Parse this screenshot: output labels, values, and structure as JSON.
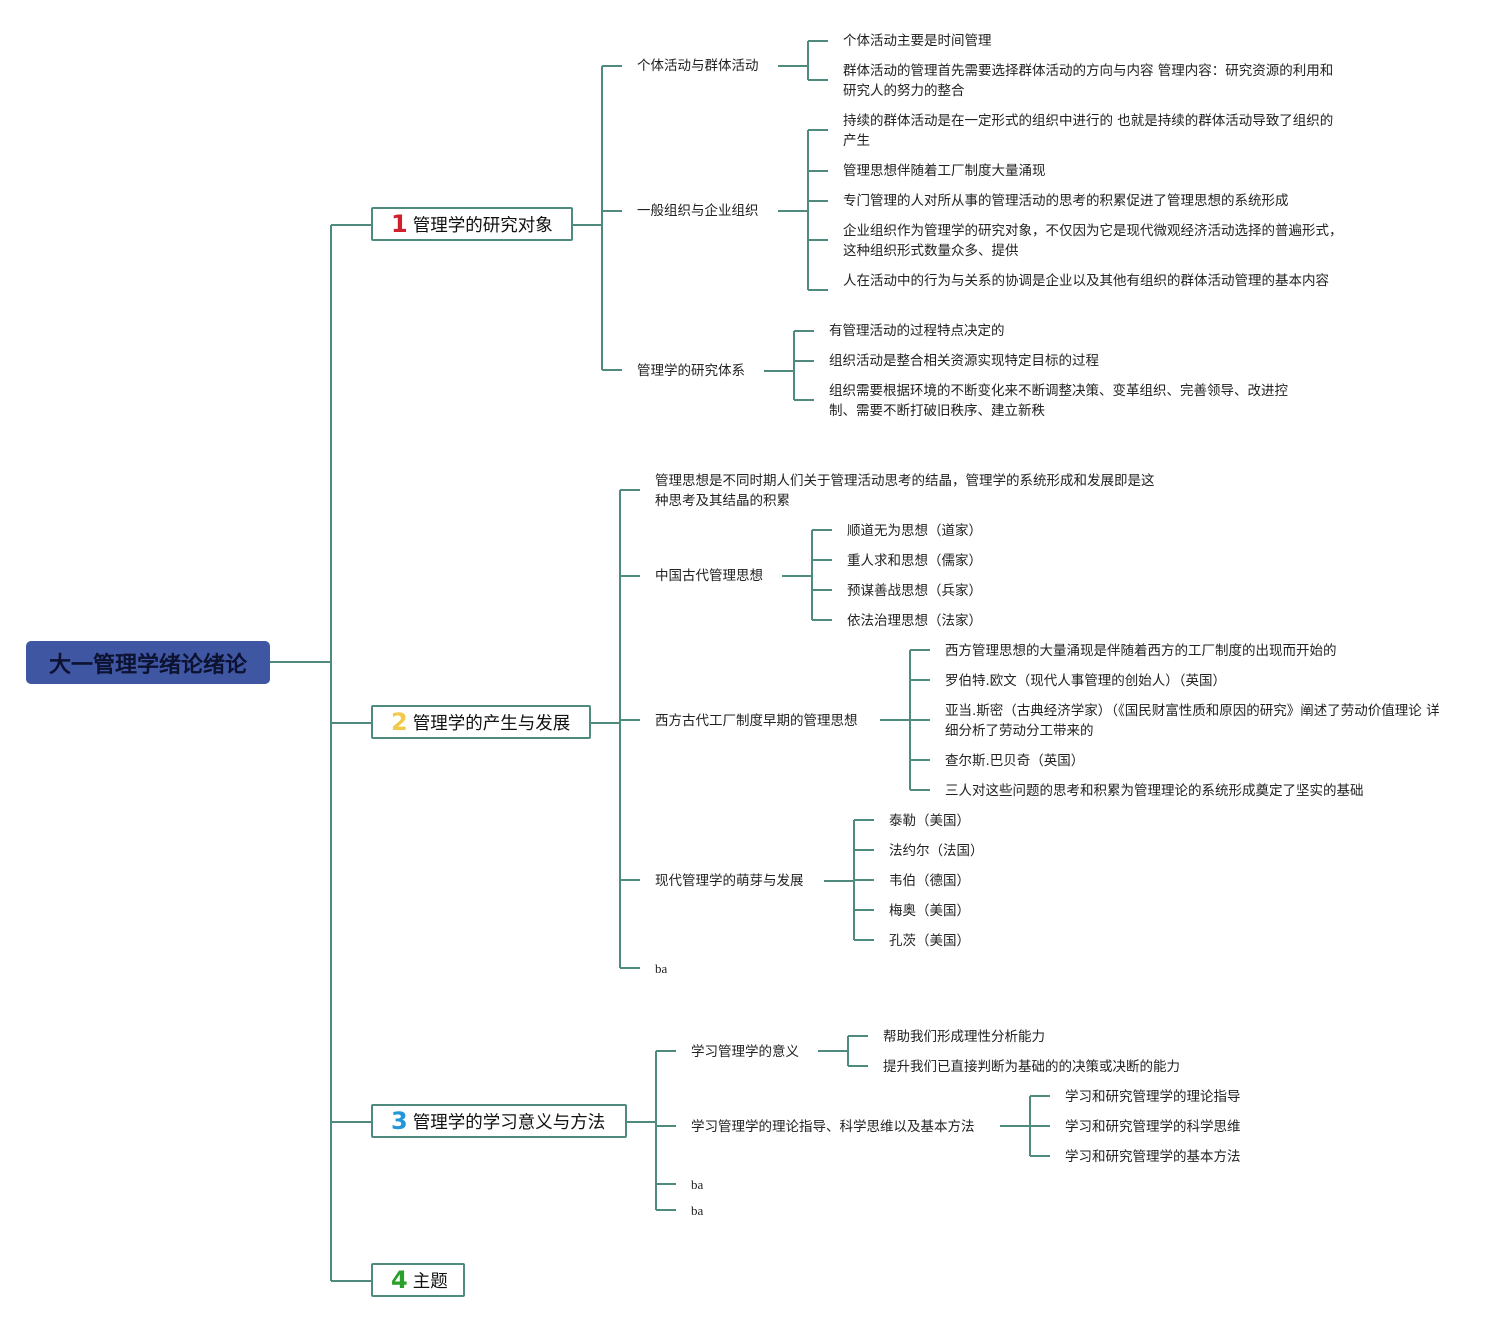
{
  "root": "大一管理学绪论绪论",
  "colors": {
    "line": "#4e8a7e",
    "root_bg": "#3f56a3"
  },
  "branches": [
    {
      "num": "1",
      "num_color": "#d0202e",
      "label": "管理学的研究对象",
      "children": [
        {
          "text": "个体活动与群体活动",
          "children": [
            "个体活动主要是时间管理",
            "群体活动的管理首先需要选择群体活动的方向与内容 管理内容：研究资源的利用和研究人的努力的整合"
          ]
        },
        {
          "text": "一般组织与企业组织",
          "children": [
            "持续的群体活动是在一定形式的组织中进行的 也就是持续的群体活动导致了组织的产生",
            "管理思想伴随着工厂制度大量涌现",
            "专门管理的人对所从事的管理活动的思考的积累促进了管理思想的系统形成",
            "企业组织作为管理学的研究对象，不仅因为它是现代微观经济活动选择的普遍形式，这种组织形式数量众多、提供",
            "人在活动中的行为与关系的协调是企业以及其他有组织的群体活动管理的基本内容"
          ]
        },
        {
          "text": "管理学的研究体系",
          "children": [
            "有管理活动的过程特点决定的",
            "组织活动是整合相关资源实现特定目标的过程",
            "组织需要根据环境的不断变化来不断调整决策、变革组织、完善领导、改进控制、需要不断打破旧秩序、建立新秩"
          ]
        }
      ]
    },
    {
      "num": "2",
      "num_color": "#f2c94a",
      "label": "管理学的产生与发展",
      "children": [
        {
          "text": "管理思想是不同时期人们关于管理活动思考的结晶，管理学的系统形成和发展即是这种思考及其结晶的积累",
          "children": []
        },
        {
          "text": "中国古代管理思想",
          "children": [
            "顺道无为思想（道家）",
            "重人求和思想（儒家）",
            "预谋善战思想（兵家）",
            "依法治理思想（法家）"
          ]
        },
        {
          "text": "西方古代工厂制度早期的管理思想",
          "children": [
            "西方管理思想的大量涌现是伴随着西方的工厂制度的出现而开始的",
            "罗伯特.欧文（现代人事管理的创始人）（英国）",
            "亚当.斯密（古典经济学家）（《国民财富性质和原因的研究》阐述了劳动价值理论 详细分析了劳动分工带来的",
            "查尔斯.巴贝奇（英国）",
            "三人对这些问题的思考和积累为管理理论的系统形成奠定了坚实的基础"
          ]
        },
        {
          "text": "现代管理学的萌芽与发展",
          "children": [
            "泰勒（美国）",
            "法约尔（法国）",
            "韦伯（德国）",
            "梅奥（美国）",
            "孔茨（美国）"
          ]
        },
        {
          "text": "ba",
          "children": []
        }
      ]
    },
    {
      "num": "3",
      "num_color": "#2196d8",
      "label": "管理学的学习意义与方法",
      "children": [
        {
          "text": "学习管理学的意义",
          "children": [
            "帮助我们形成理性分析能力",
            "提升我们已直接判断为基础的的决策或决断的能力"
          ]
        },
        {
          "text": "学习管理学的理论指导、科学思维以及基本方法",
          "children": [
            "学习和研究管理学的理论指导",
            "学习和研究管理学的科学思维",
            "学习和研究管理学的基本方法"
          ]
        },
        {
          "text": "ba",
          "children": []
        },
        {
          "text": "ba",
          "children": []
        }
      ]
    },
    {
      "num": "4",
      "num_color": "#2aa02a",
      "label": "主题",
      "children": []
    }
  ]
}
